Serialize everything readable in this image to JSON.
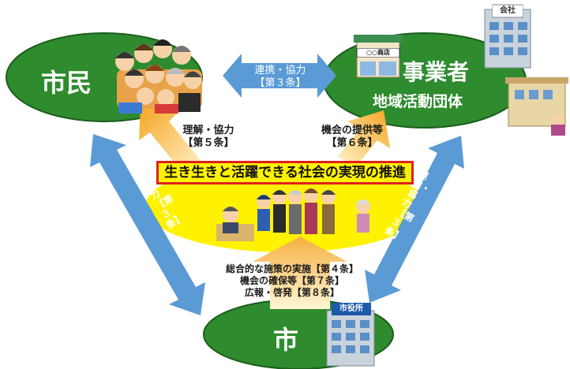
{
  "nodes": {
    "citizens": {
      "label": "市民"
    },
    "business": {
      "label": "事業者",
      "sublabel": "地域活動団体"
    },
    "city": {
      "label": "市"
    }
  },
  "arrows": {
    "top": {
      "line1": "連携・協力",
      "line2": "【第３条】"
    },
    "left": {
      "text": "連携・協力【第３条】"
    },
    "right": {
      "text": "連携・協力【第３条】"
    }
  },
  "upward": {
    "left": {
      "line1": "理解・協力",
      "line2": "【第５条】"
    },
    "right": {
      "line1": "機会の提供等",
      "line2": "【第６条】"
    },
    "bottom": {
      "line1": "総合的な施策の実施【第４条】",
      "line2": "機会の確保等【第７条】",
      "line3": "広報・啓発【第８条】"
    }
  },
  "center": {
    "banner": "生き生きと活躍できる社会の実現の推進"
  },
  "signs": {
    "company": "会社",
    "shop": "○○商店",
    "city_hall": "市役所"
  },
  "colors": {
    "ellipse": "#2e8b2e",
    "center": "#fff200",
    "arrow_blue": "#5b9bd5",
    "arrow_orange": "#f5b041",
    "banner_border": "#e0201b"
  }
}
